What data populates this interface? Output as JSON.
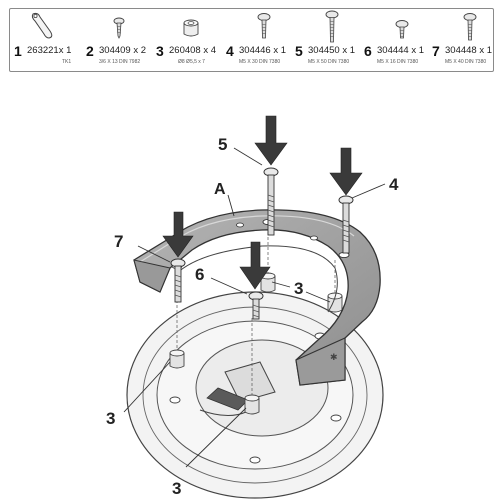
{
  "parts": [
    {
      "num": "1",
      "code": "263221x 1",
      "spec": "TK1",
      "icon": "key-strap-icon"
    },
    {
      "num": "2",
      "code": "304409 x 2",
      "spec": "3/6 X 13 DIN 7982",
      "icon": "small-screw-icon"
    },
    {
      "num": "3",
      "code": "260408 x 4",
      "spec": "Ø8 Ø5,5 x 7",
      "icon": "spacer-bushing-icon"
    },
    {
      "num": "4",
      "code": "304446 x 1",
      "spec": "M5 X 30 DIN 7380",
      "icon": "bolt-icon"
    },
    {
      "num": "5",
      "code": "304450 x 1",
      "spec": "M5 X 50 DIN 7380",
      "icon": "long-bolt-icon"
    },
    {
      "num": "6",
      "code": "304444 x 1",
      "spec": "M5 X 16 DIN 7380",
      "icon": "short-bolt-icon"
    },
    {
      "num": "7",
      "code": "304448 x 1",
      "spec": "M5 X 40 DIN 7380",
      "icon": "bolt-icon"
    }
  ],
  "callouts": {
    "a": "A",
    "c5": "5",
    "c4": "4",
    "c7": "7",
    "c6": "6",
    "c3_right": "3",
    "c3_left": "3",
    "c3_bottom": "3"
  },
  "colors": {
    "line": "#333333",
    "arrow": "#3a3a3a",
    "metal": "#c9c9c9",
    "metal_dark": "#8f8f8f",
    "ring_fill": "#a9a9a9"
  }
}
